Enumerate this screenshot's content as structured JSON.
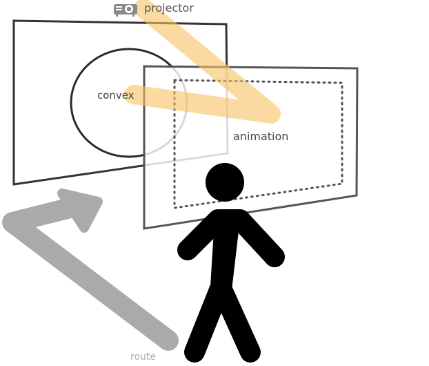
{
  "labels": {
    "projector": "projector",
    "convex": "convex",
    "animation": "animation",
    "route": "route"
  },
  "colors": {
    "background": "#ffffff",
    "panel_stroke_back": "#333333",
    "panel_stroke_front": "#555555",
    "circle_stroke": "#2a2a2a",
    "dotted_stroke": "#555555",
    "beam": "#f6c260",
    "route_arrow": "#aaaaaa",
    "route_text": "#aaaaaa",
    "label_text": "#444444",
    "projector_label_text": "#555555",
    "person": "#000000",
    "projector_icon": "#8a8a8a"
  },
  "icons": {
    "projector": "projector-icon",
    "person": "person-figure-icon",
    "route": "route-arrow-icon"
  }
}
